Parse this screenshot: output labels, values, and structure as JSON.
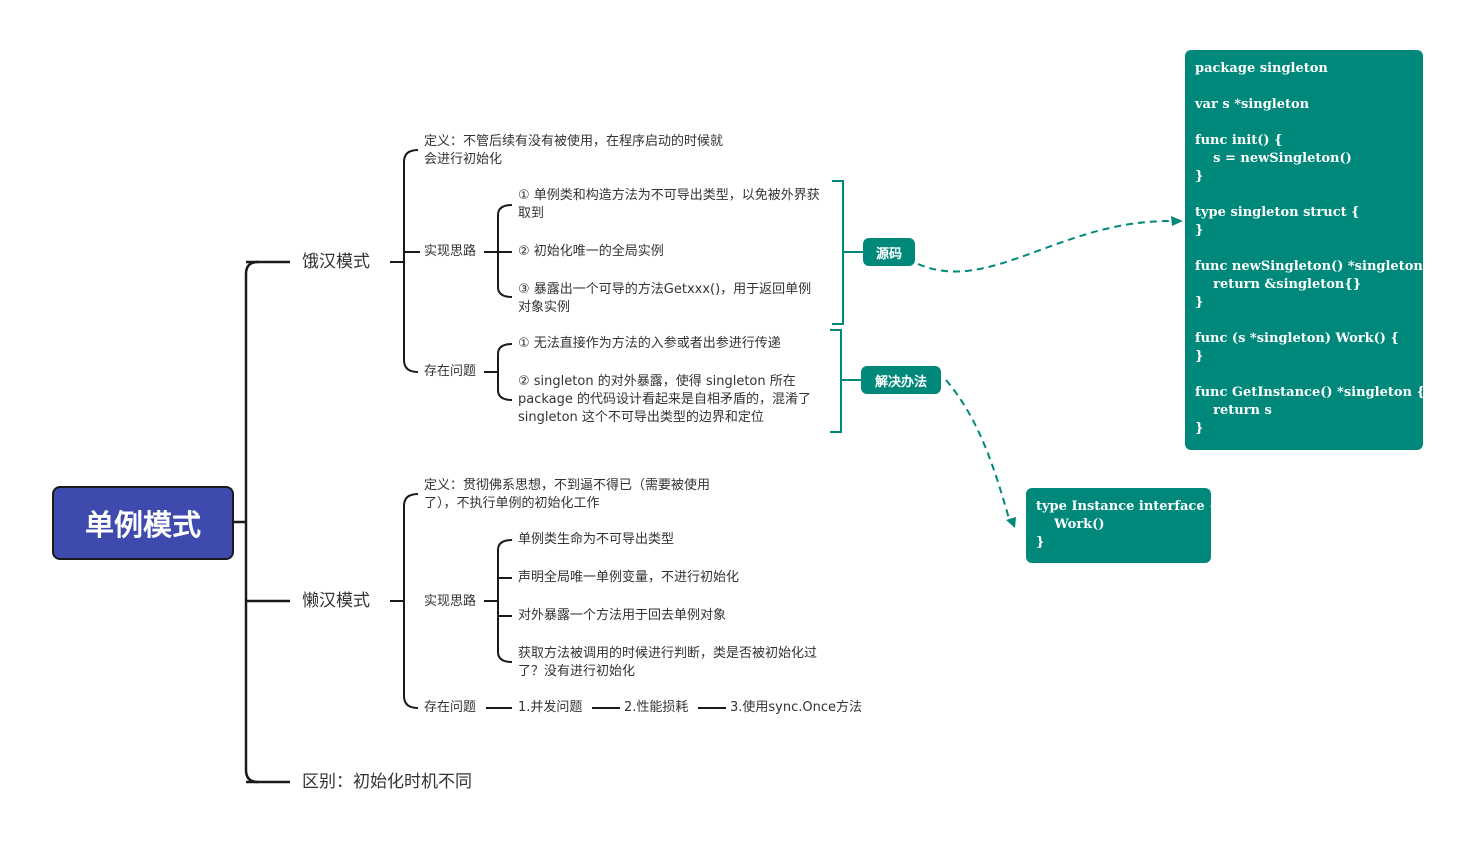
{
  "root": {
    "label": "单例模式"
  },
  "hungry": {
    "label": "饿汉模式",
    "definition": "定义：不管后续有没有被使用，在程序启动的时候就会进行初始化",
    "impl": {
      "label": "实现思路",
      "items": [
        "① 单例类和构造方法为不可导出类型，以免被外界获取到",
        "② 初始化唯一的全局实例",
        "③ 暴露出一个可导的方法Getxxx()，用于返回单例对象实例"
      ]
    },
    "problems": {
      "label": "存在问题",
      "items": [
        "① 无法直接作为方法的入参或者出参进行传递",
        "② singleton 的对外暴露，使得 singleton 所在 package 的代码设计看起来是自相矛盾的，混淆了 singleton 这个不可导出类型的边界和定位"
      ]
    },
    "source_badge": "源码",
    "solution_badge": "解决办法"
  },
  "lazy": {
    "label": "懒汉模式",
    "definition": "定义：贯彻佛系思想，不到逼不得已（需要被使用了），不执行单例的初始化工作",
    "impl": {
      "label": "实现思路",
      "items": [
        "单例类生命为不可导出类型",
        "声明全局唯一单例变量，不进行初始化",
        "对外暴露一个方法用于回去单例对象",
        "获取方法被调用的时候进行判断，类是否被初始化过了？没有进行初始化"
      ]
    },
    "problems": {
      "label": "存在问题",
      "chain": [
        "1.并发问题",
        "2.性能损耗",
        "3.使用sync.Once方法"
      ]
    }
  },
  "difference": {
    "label": "区别：初始化时机不同"
  },
  "code_source": "package singleton\n\nvar s *singleton\n\nfunc init() {\n    s = newSingleton()\n}\n\ntype singleton struct {\n}\n\nfunc newSingleton() *singleton {\n    return &singleton{}\n}\n\nfunc (s *singleton) Work() {\n}\n\nfunc GetInstance() *singleton {\n    return s\n}",
  "code_interface": "type Instance interface {\n    Work()\n}",
  "colors": {
    "root_fill": "#3f4aae",
    "badge_fill": "#00897b",
    "line": "#1a1a1a",
    "dashed": "#00897b"
  }
}
